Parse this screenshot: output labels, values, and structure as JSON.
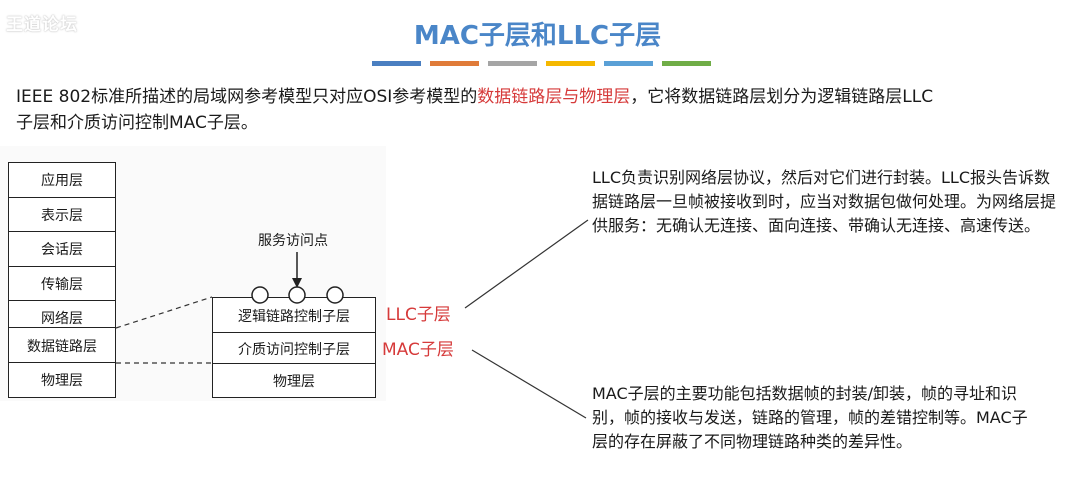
{
  "watermark": {
    "brand": "王道论坛",
    "signature": ""
  },
  "title": "MAC子层和LLC子层",
  "title_color": "#4a86c8",
  "color_bar": [
    "#4a7fc1",
    "#e07b39",
    "#a5a5a5",
    "#f5b800",
    "#5aa0d6",
    "#70ad47"
  ],
  "intro": {
    "part1": "IEEE 802标准所描述的局域网参考模型只对应OSI参考模型的",
    "highlight": "数据链路层与物理层",
    "part2": "，它将数据链路层划分为逻辑链路层LLC子层和介质访问控制MAC子层。"
  },
  "highlight_color": "#d63a3a",
  "osi_layers": [
    "应用层",
    "表示层",
    "会话层",
    "传输层",
    "网络层",
    "数据链路层",
    "物理层"
  ],
  "lan_layers": [
    "逻辑链路控制子层",
    "介质访问控制子层",
    "物理层"
  ],
  "sap_label": "服务访问点",
  "llc_label": "LLC子层",
  "mac_label": "MAC子层",
  "llc_desc": "LLC负责识别网络层协议，然后对它们进行封装。LLC报头告诉数据链路层一旦帧被接收到时，应当对数据包做何处理。为网络层提供服务：无确认无连接、面向连接、带确认无连接、高速传送。",
  "mac_desc": "MAC子层的主要功能包括数据帧的封装/卸装，帧的寻址和识别，帧的接收与发送，链路的管理，帧的差错控制等。MAC子层的存在屏蔽了不同物理链路种类的差异性。"
}
